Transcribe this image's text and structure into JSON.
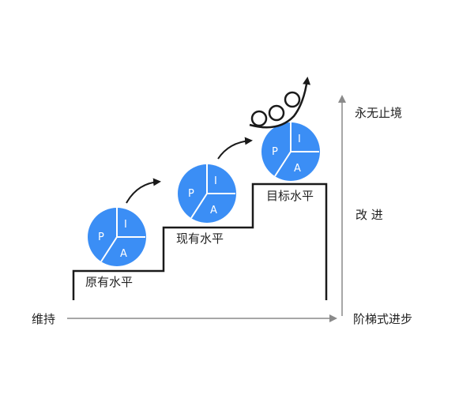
{
  "colors": {
    "wheel": "#3b8ef5",
    "stroke": "#1a1a1a",
    "axis": "#8a8a8a",
    "text": "#222222"
  },
  "levels": [
    {
      "label": "原有水平",
      "wheel": {
        "top": "I",
        "left": "P",
        "bottom": "A"
      }
    },
    {
      "label": "现有水平",
      "wheel": {
        "top": "I",
        "left": "P",
        "bottom": "A"
      }
    },
    {
      "label": "目标水平",
      "wheel": {
        "top": "I",
        "left": "P",
        "bottom": "A"
      }
    }
  ],
  "axis": {
    "horizontal_left_label": "维持",
    "horizontal_right_label": "阶梯式进步",
    "vertical_labels": [
      "改  进",
      "永无止境"
    ]
  }
}
